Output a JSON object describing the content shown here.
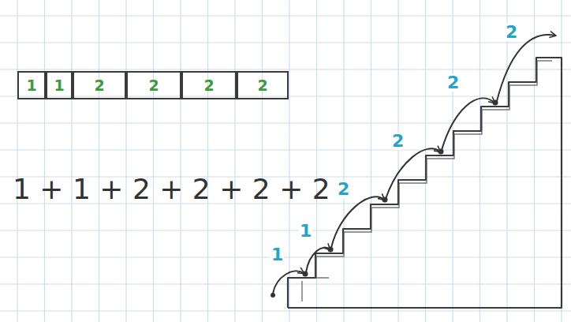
{
  "diagram": {
    "nodes": [
      {
        "text": [
          "1"
        ]
      },
      {
        "text": [
          "1"
        ]
      },
      {
        "text": [
          "2"
        ]
      },
      {
        "text": [
          "2"
        ]
      },
      {
        "text": [
          "2"
        ]
      },
      {
        "text": [
          "2"
        ]
      }
    ],
    "labels": [
      "1 + 1 + 2 + 2 + 2 + 2",
      "1",
      "1",
      "2",
      "2",
      "2",
      "2"
    ]
  }
}
